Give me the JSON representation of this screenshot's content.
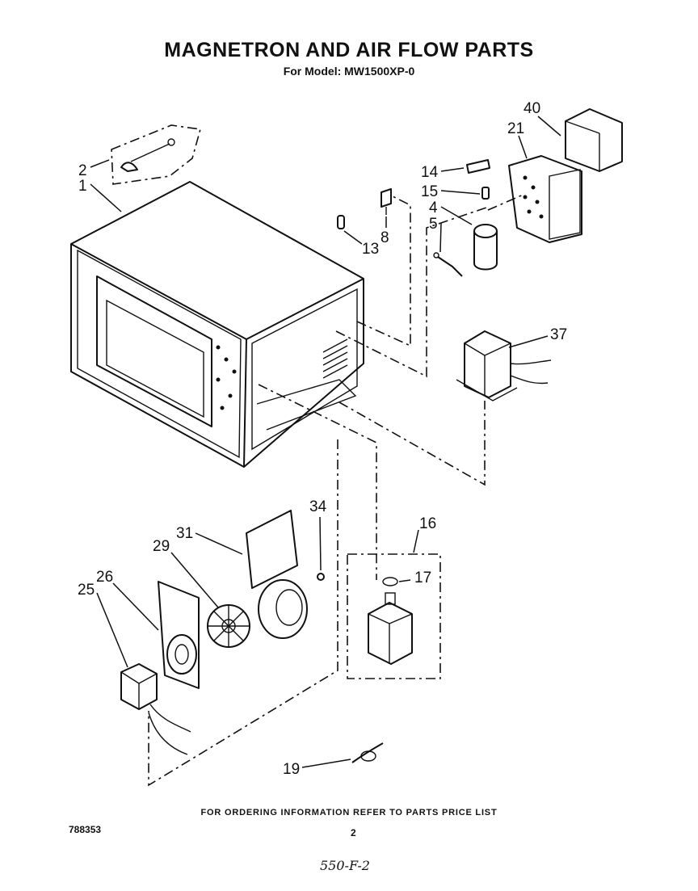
{
  "title": "MAGNETRON AND AIR FLOW PARTS",
  "subtitle": "For Model: MW1500XP-0",
  "footer": "FOR ORDERING INFORMATION REFER TO PARTS PRICE LIST",
  "doc_number": "788353",
  "page_number": "2",
  "handwritten_note": "550-F-2",
  "callouts": {
    "c1": "1",
    "c2": "2",
    "c4": "4",
    "c5": "5",
    "c8": "8",
    "c13": "13",
    "c14": "14",
    "c15": "15",
    "c16": "16",
    "c17": "17",
    "c19": "19",
    "c21": "21",
    "c25": "25",
    "c26": "26",
    "c29": "29",
    "c31": "31",
    "c34": "34",
    "c37": "37",
    "c40": "40"
  }
}
